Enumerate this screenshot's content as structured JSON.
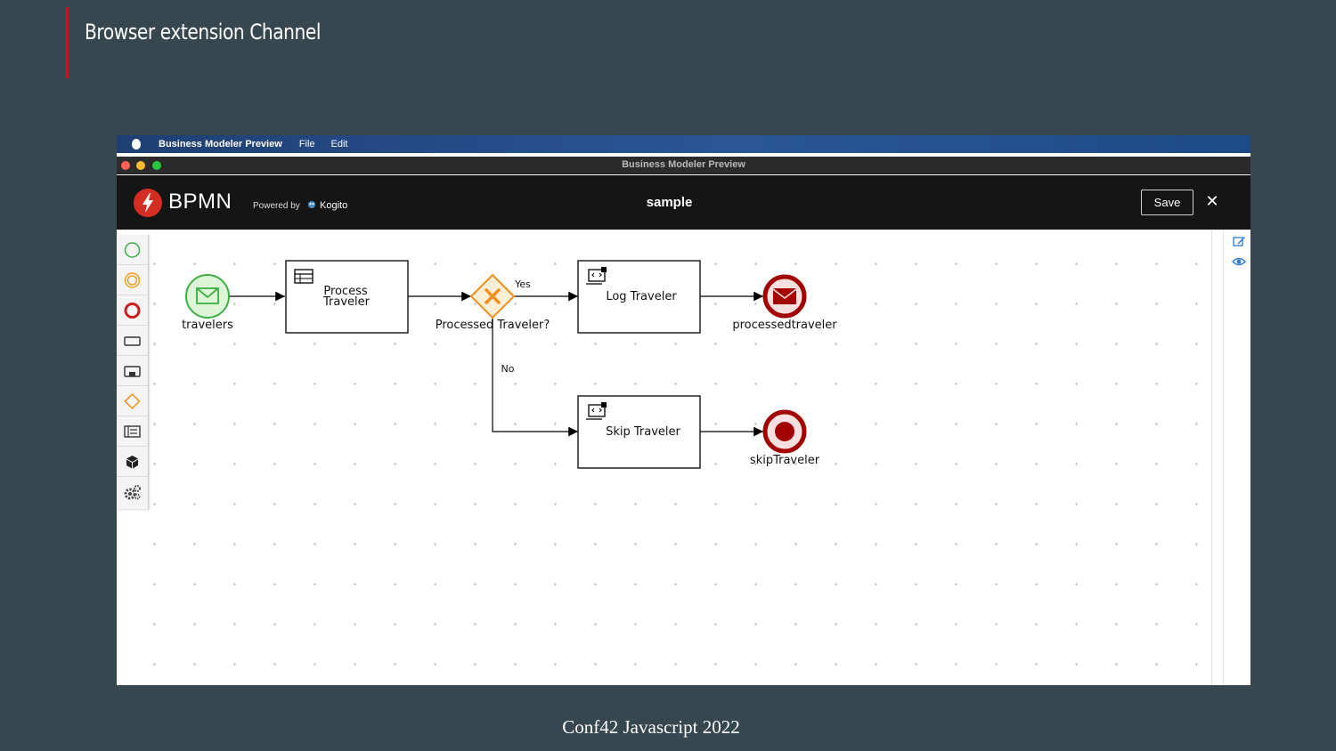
{
  "slide": {
    "title": "Browser extension Channel",
    "footer": "Conf42 Javascript 2022"
  },
  "mac_menubar": {
    "app_name": "Business Modeler Preview",
    "menus": [
      "File",
      "Edit"
    ]
  },
  "window": {
    "title": "Business Modeler Preview"
  },
  "editor": {
    "logo_text": "BPMN",
    "powered_by": "Powered by",
    "kogito": "Kogito",
    "file_name": "sample",
    "save_label": "Save",
    "close_glyph": "✕"
  },
  "palette": [
    {
      "icon": "start-event-icon"
    },
    {
      "icon": "intermediate-event-icon"
    },
    {
      "icon": "end-event-icon"
    },
    {
      "icon": "task-icon"
    },
    {
      "icon": "subprocess-icon"
    },
    {
      "icon": "gateway-icon"
    },
    {
      "icon": "lane-icon"
    },
    {
      "icon": "data-object-icon"
    },
    {
      "icon": "custom-tasks-icon"
    }
  ],
  "diagram": {
    "start_label": "travelers",
    "process_task_line1": "Process",
    "process_task_line2": "Traveler",
    "gateway_label": "Processed Traveler?",
    "yes_label": "Yes",
    "no_label": "No",
    "log_task_label": "Log Traveler",
    "skip_task_label": "Skip Traveler",
    "end_message_label": "processedtraveler",
    "end_skip_label": "skipTraveler"
  },
  "colors": {
    "slide_background": "#37474f",
    "accent_red": "#b71c1c",
    "start_event_green": "#3cb043",
    "gateway_orange": "#f0901a",
    "end_event_red": "#a30000"
  }
}
